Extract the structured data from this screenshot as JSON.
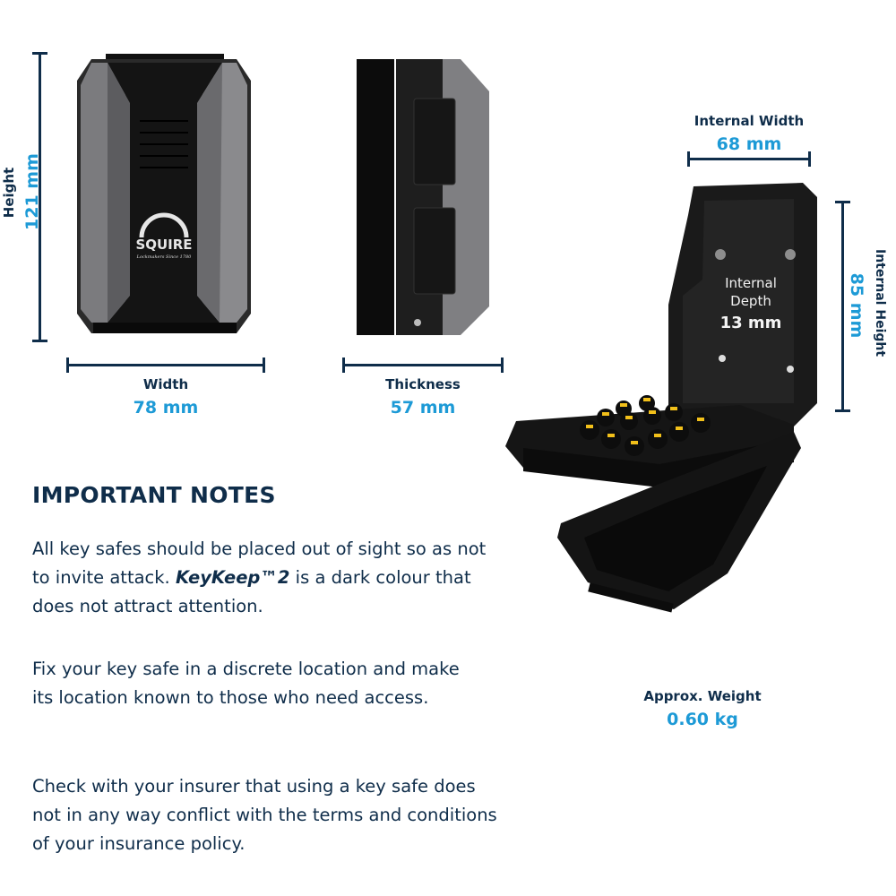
{
  "dimensions": {
    "height": {
      "label": "Height",
      "value": "121 mm"
    },
    "width": {
      "label": "Width",
      "value": "78 mm"
    },
    "thickness": {
      "label": "Thickness",
      "value": "57 mm"
    },
    "internal_width": {
      "label": "Internal Width",
      "value": "68 mm"
    },
    "internal_height": {
      "label": "Internal Height",
      "value": "85 mm"
    },
    "internal_depth": {
      "label_line1": "Internal",
      "label_line2": "Depth",
      "value": "13 mm"
    },
    "weight": {
      "label": "Approx. Weight",
      "value": "0.60 kg"
    }
  },
  "brand": {
    "name": "SQUIRE",
    "tagline": "Lockmakers Since 1780"
  },
  "notes": {
    "title": "IMPORTANT NOTES",
    "p1_before": "All key safes should be placed out of sight so as not to invite attack. ",
    "p1_product": "KeyKeep™2",
    "p1_after": " is a dark colour that does not attract attention.",
    "p2": "Fix your key safe in a discrete location and make its location known to those who need access.",
    "p3": "Check with your insurer that using a key safe does not in any way conflict with the terms and conditions of your insurance policy."
  },
  "colors": {
    "navy": "#0f2d4a",
    "accent": "#1d9ad6",
    "product": "#1a1a1a"
  }
}
